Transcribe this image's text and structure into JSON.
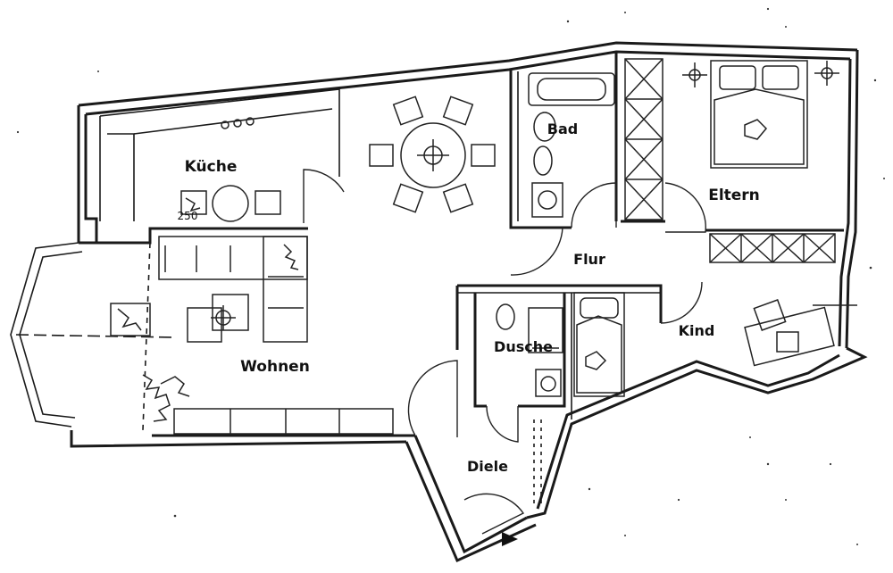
{
  "plan": {
    "rooms": {
      "kueche": "Küche",
      "wohnen": "Wohnen",
      "bad": "Bad",
      "eltern": "Eltern",
      "flur": "Flur",
      "kind": "Kind",
      "dusche": "Dusche",
      "diele": "Diele"
    },
    "annotations": {
      "kitchen_dimension": "250"
    }
  }
}
